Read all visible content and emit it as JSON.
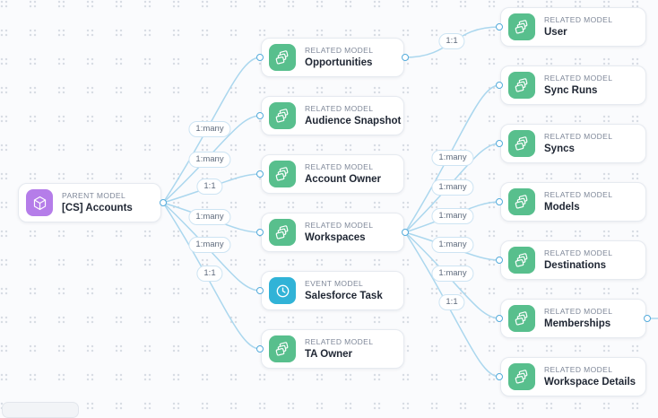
{
  "canvas": {
    "background_color": "#fafbfd",
    "dot_color": "#d7dce3",
    "edge_color": "#abd7ee",
    "handle_border_color": "#54abdb",
    "icon_colors": {
      "parent_model": "#b57de9",
      "related_model": "#58bf8d",
      "event_model": "#31b3d7"
    }
  },
  "parent_node": {
    "type_label": "PARENT MODEL",
    "name": "[CS] Accounts",
    "icon": "cube-icon"
  },
  "middle_nodes": [
    {
      "type_label": "RELATED MODEL",
      "name": "Opportunities",
      "icon": "layers-icon"
    },
    {
      "type_label": "RELATED MODEL",
      "name": "Audience Snapshot",
      "icon": "layers-icon"
    },
    {
      "type_label": "RELATED MODEL",
      "name": "Account Owner",
      "icon": "layers-icon"
    },
    {
      "type_label": "RELATED MODEL",
      "name": "Workspaces",
      "icon": "layers-icon"
    },
    {
      "type_label": "EVENT MODEL",
      "name": "Salesforce Task",
      "icon": "clock-icon"
    },
    {
      "type_label": "RELATED MODEL",
      "name": "TA Owner",
      "icon": "layers-icon"
    }
  ],
  "right_nodes": [
    {
      "type_label": "RELATED MODEL",
      "name": "User",
      "icon": "layers-icon"
    },
    {
      "type_label": "RELATED MODEL",
      "name": "Sync Runs",
      "icon": "layers-icon"
    },
    {
      "type_label": "RELATED MODEL",
      "name": "Syncs",
      "icon": "layers-icon"
    },
    {
      "type_label": "RELATED MODEL",
      "name": "Models",
      "icon": "layers-icon"
    },
    {
      "type_label": "RELATED MODEL",
      "name": "Destinations",
      "icon": "layers-icon"
    },
    {
      "type_label": "RELATED MODEL",
      "name": "Memberships",
      "icon": "layers-icon"
    },
    {
      "type_label": "RELATED MODEL",
      "name": "Workspace Details",
      "icon": "layers-icon"
    }
  ],
  "edges": {
    "parent_to_middle": [
      {
        "from": "[CS] Accounts",
        "to": "Opportunities",
        "label": "1:many"
      },
      {
        "from": "[CS] Accounts",
        "to": "Audience Snapshot",
        "label": "1:many"
      },
      {
        "from": "[CS] Accounts",
        "to": "Account Owner",
        "label": "1:1"
      },
      {
        "from": "[CS] Accounts",
        "to": "Workspaces",
        "label": "1:many"
      },
      {
        "from": "[CS] Accounts",
        "to": "Salesforce Task",
        "label": "1:many"
      },
      {
        "from": "[CS] Accounts",
        "to": "TA Owner",
        "label": "1:1"
      }
    ],
    "workspaces_to_right": [
      {
        "from": "Workspaces",
        "to": "Sync Runs",
        "label": "1:many"
      },
      {
        "from": "Workspaces",
        "to": "Syncs",
        "label": "1:many"
      },
      {
        "from": "Workspaces",
        "to": "Models",
        "label": "1:many"
      },
      {
        "from": "Workspaces",
        "to": "Destinations",
        "label": "1:many"
      },
      {
        "from": "Workspaces",
        "to": "Memberships",
        "label": "1:many"
      },
      {
        "from": "Workspaces",
        "to": "Workspace Details",
        "label": "1:1"
      }
    ],
    "opportunities_to_user": {
      "from": "Opportunities",
      "to": "User",
      "label": "1:1"
    },
    "memberships_edge": {
      "from": "Memberships",
      "note": "continues off-screen right"
    }
  }
}
